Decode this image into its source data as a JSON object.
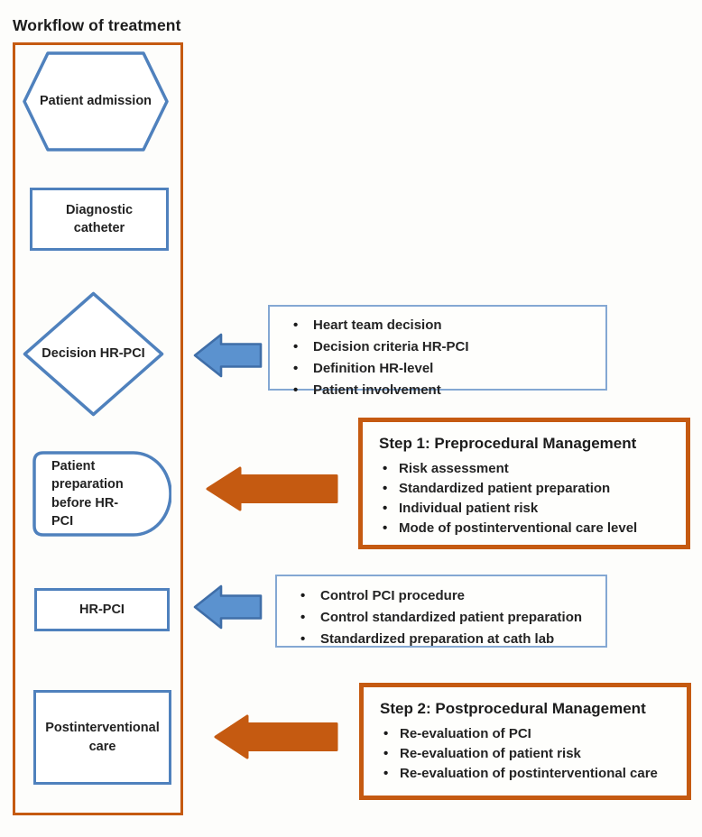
{
  "title": "Workflow of treatment",
  "colors": {
    "orange": "#C55A11",
    "blue_shape_border": "#4F81BD",
    "blue_info_border": "#84A8D3",
    "blue_arrow_fill": "#5B92CF",
    "blue_arrow_stroke": "#3F6EA8",
    "background": "#FDFDFB",
    "text": "#1F1F1F"
  },
  "workflow": {
    "steps": [
      {
        "shape": "hexagon",
        "label": "Patient admission"
      },
      {
        "shape": "rectangle",
        "label": "Diagnostic catheter"
      },
      {
        "shape": "diamond",
        "label": "Decision HR-PCI"
      },
      {
        "shape": "delay",
        "label": "Patient preparation before HR-PCI"
      },
      {
        "shape": "rectangle",
        "label": "HR-PCI"
      },
      {
        "shape": "rectangle",
        "label": "Postinterventional care"
      }
    ]
  },
  "annotations": [
    {
      "style": "blue-outline",
      "arrow": "blue-left-arrow",
      "points_to": "Decision HR-PCI",
      "items": [
        "Heart team decision",
        "Decision criteria HR-PCI",
        "Definition HR-level",
        "Patient involvement"
      ]
    },
    {
      "style": "orange-outline",
      "arrow": "orange-left-arrow",
      "points_to": "Patient preparation before HR-PCI",
      "title": "Step 1: Preprocedural Management",
      "items": [
        "Risk assessment",
        "Standardized patient preparation",
        "Individual patient risk",
        "Mode of postinterventional care level"
      ]
    },
    {
      "style": "blue-outline",
      "arrow": "blue-left-arrow",
      "points_to": "HR-PCI",
      "items": [
        "Control PCI procedure",
        "Control standardized patient preparation",
        "Standardized preparation at cath lab"
      ]
    },
    {
      "style": "orange-outline",
      "arrow": "orange-left-arrow",
      "points_to": "Postinterventional care",
      "title": "Step 2: Postprocedural Management",
      "items": [
        "Re-evaluation of PCI",
        "Re-evaluation of patient risk",
        "Re-evaluation of postinterventional care"
      ]
    }
  ]
}
